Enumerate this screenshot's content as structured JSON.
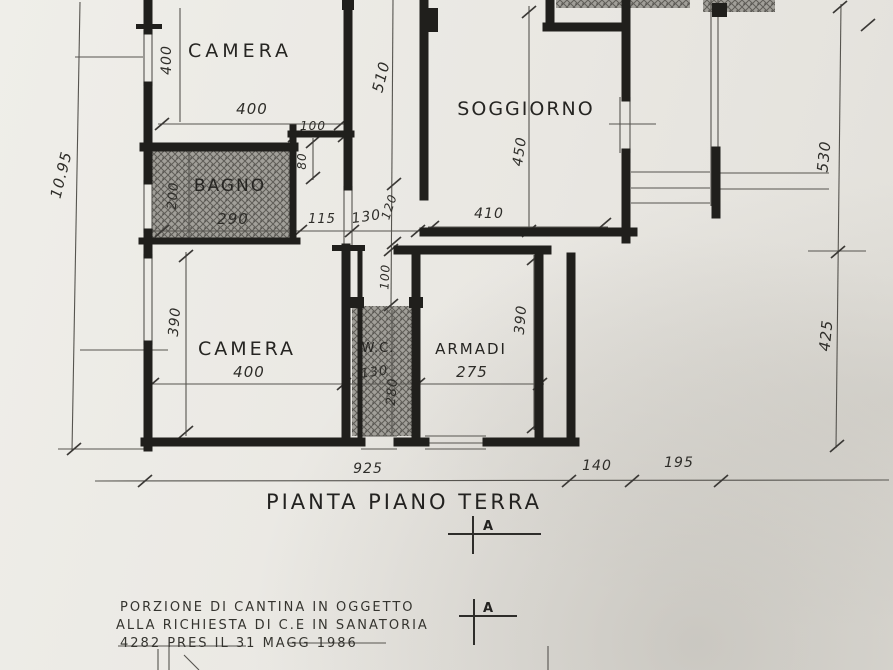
{
  "plan": {
    "title": "PIANTA PIANO TERRA",
    "section_label": "A",
    "rooms": [
      {
        "id": "camera-top",
        "name": "CAMERA"
      },
      {
        "id": "soggiorno",
        "name": "SOGGIORNO"
      },
      {
        "id": "bagno",
        "name": "BAGNO",
        "hatched": true
      },
      {
        "id": "camera-bottom",
        "name": "CAMERA"
      },
      {
        "id": "wc",
        "name": "W.C.",
        "hatched": true
      },
      {
        "id": "armadi",
        "name": "ARMADI"
      }
    ],
    "dims": {
      "overall_height": "10.95",
      "camera1_h": "400",
      "camera1_w": "400",
      "niche_w": "100",
      "niche_h": "80",
      "corridor_l": "510",
      "corridor_w1": "120",
      "corridor_w2": "100",
      "soggiorno_h": "450",
      "soggiorno_w": "410",
      "bagno_h": "200",
      "bagno_w": "290",
      "seg115": "115",
      "seg130": "130",
      "camera2_h": "390",
      "camera2_w": "400",
      "wc_w": "130",
      "wc_h": "280",
      "armadi_w": "275",
      "armadi_h": "390",
      "right_upper": "530",
      "right_lower": "425",
      "bottom_total": "925",
      "bottom_s1": "140",
      "bottom_s2": "195"
    },
    "notes": {
      "line1": "PORZIONE DI CANTINA IN OGGETTO",
      "line2": "ALLA RICHIESTA DI C.E IN SANATORIA",
      "line3": "4282 PRES IL 31 MAGG 1986"
    },
    "colors": {
      "paper": "#e9e7e2",
      "ink": "#201f1c",
      "hatch": "#8e8c87"
    }
  }
}
